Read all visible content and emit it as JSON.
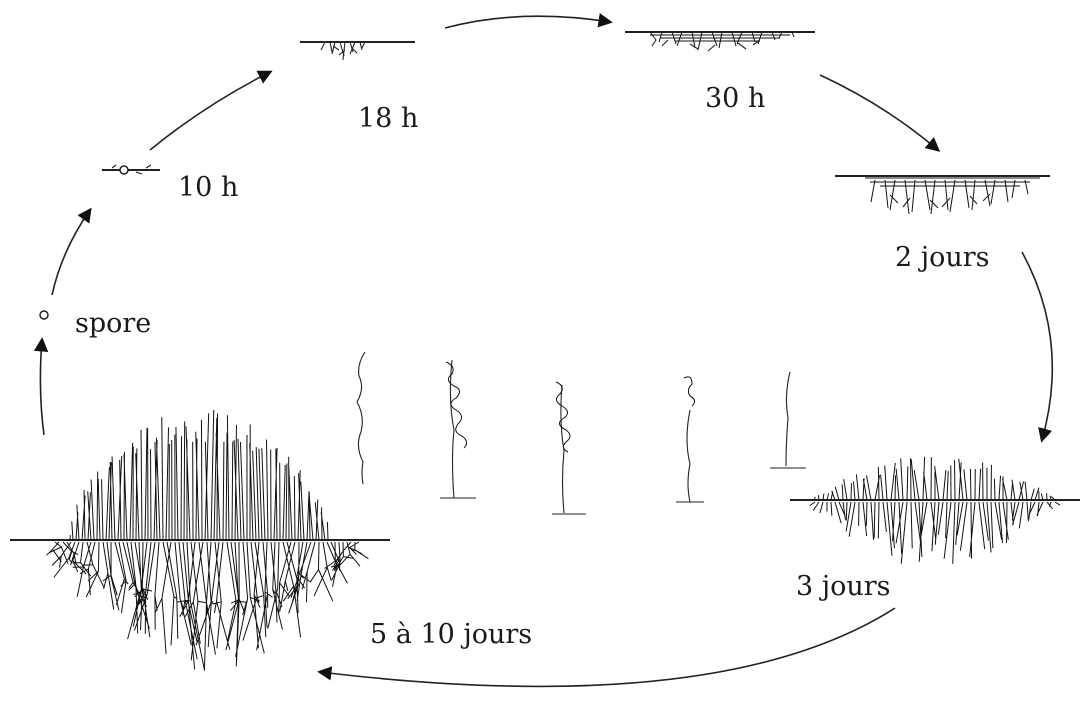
{
  "diagram": {
    "stages": [
      {
        "id": "spore",
        "label": "spore"
      },
      {
        "id": "10h",
        "label": "10 h"
      },
      {
        "id": "18h",
        "label": "18 h"
      },
      {
        "id": "30h",
        "label": "30 h"
      },
      {
        "id": "2d",
        "label": "2 jours"
      },
      {
        "id": "3d",
        "label": "3 jours"
      },
      {
        "id": "5-10d",
        "label": "5 à 10 jours"
      }
    ],
    "cycle_direction": "clockwise",
    "conidiophores_count": 5
  }
}
